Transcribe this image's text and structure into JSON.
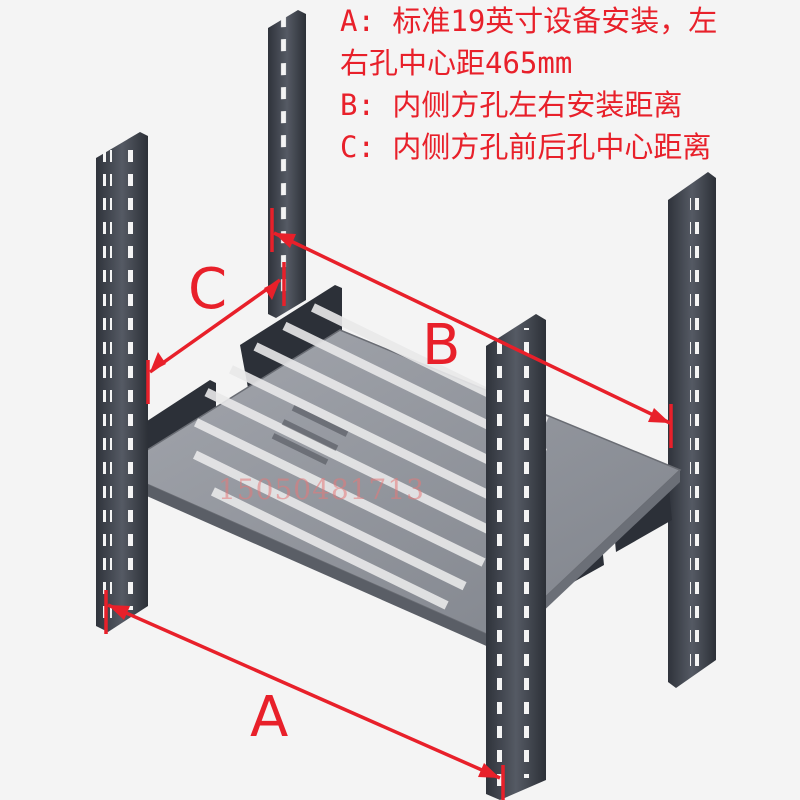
{
  "legend": {
    "line1": "A: 标准19英寸设备安装，左",
    "line2": "右孔中心距465mm",
    "line3": "B: 内侧方孔左右安装距离",
    "line4": "C: 内侧方孔前后孔中心距离"
  },
  "labels": {
    "a": "A",
    "b": "B",
    "c": "C"
  },
  "watermark": "15050481713",
  "colors": {
    "accent": "#e8202a",
    "rail": "#3b3f48",
    "shelf": "#8d9098",
    "background": "#f4f4f4"
  }
}
